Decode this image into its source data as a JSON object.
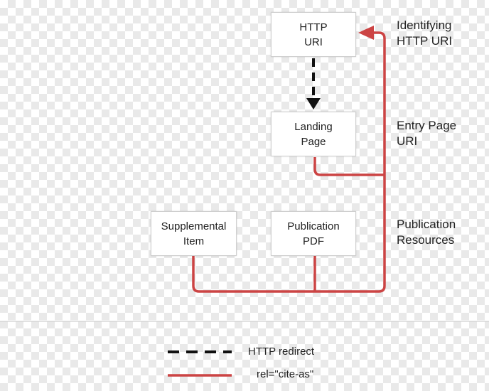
{
  "nodes": {
    "http_uri": {
      "line1": "HTTP",
      "line2": "URI"
    },
    "landing_page": {
      "line1": "Landing",
      "line2": "Page"
    },
    "supplemental_item": {
      "line1": "Supplemental",
      "line2": "Item"
    },
    "publication_pdf": {
      "line1": "Publication",
      "line2": "PDF"
    }
  },
  "side_labels": {
    "identifying": {
      "line1": "Identifying",
      "line2": "HTTP URI"
    },
    "entry_page": {
      "line1": "Entry Page",
      "line2": "URI"
    },
    "publication_resources": {
      "line1": "Publication",
      "line2": "Resources"
    }
  },
  "legend": {
    "redirect_label": "HTTP redirect",
    "cite_as_label": "rel=\"cite-as\""
  },
  "colors": {
    "cite_as": "#cc4444",
    "redirect": "#111111"
  }
}
